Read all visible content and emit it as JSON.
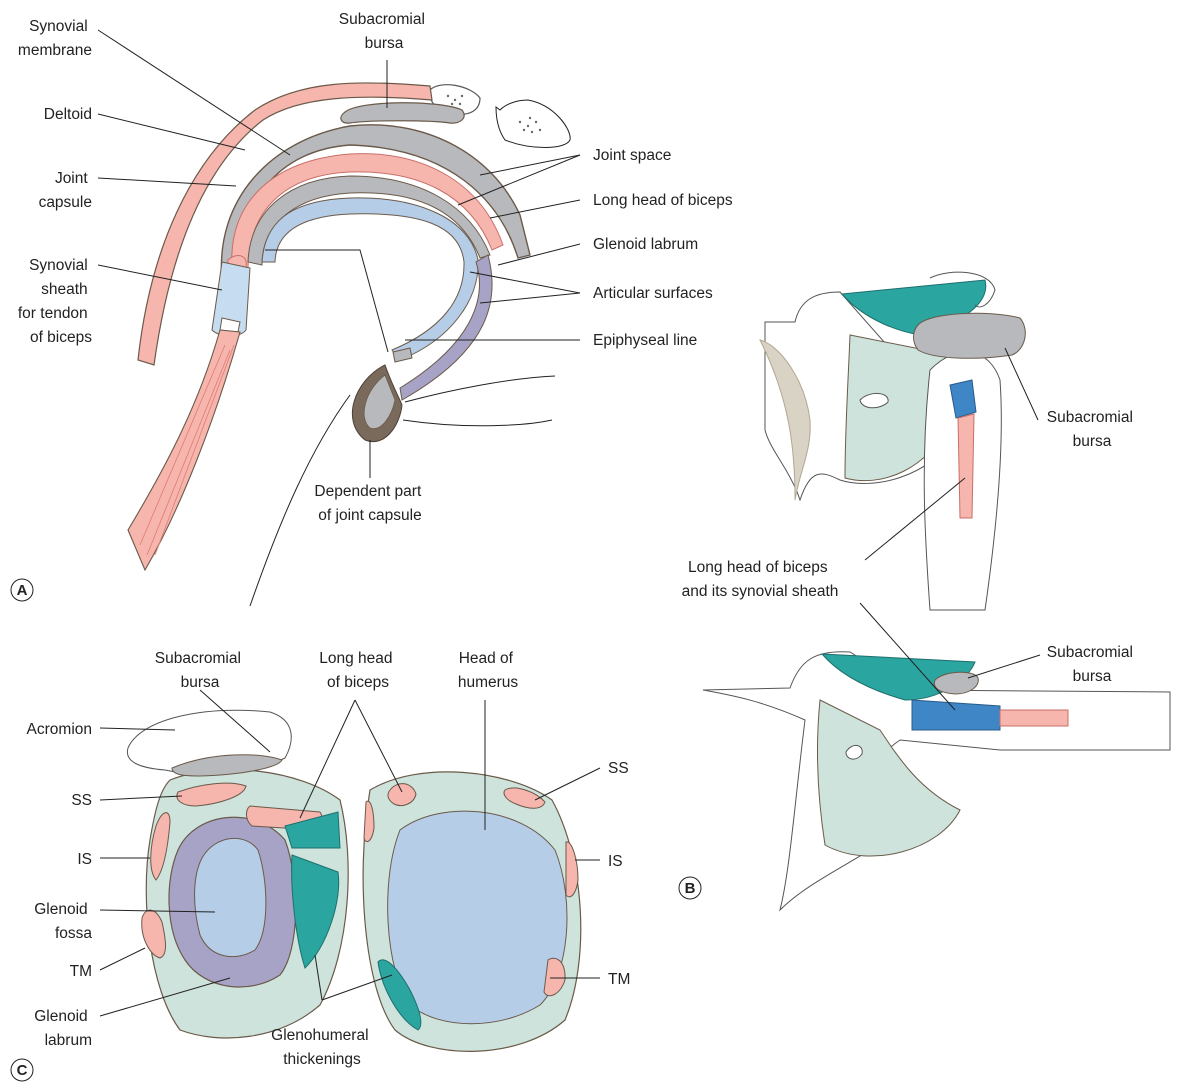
{
  "colors": {
    "muscle": "#f6b5ad",
    "muscle_stripe": "#e07c74",
    "capsule_grey": "#b7b9bc",
    "capsule_dark": "#7a6a5c",
    "articular_blue": "#b6cde8",
    "labrum_purple": "#a7a3c6",
    "ligament_teal": "#2aa5a0",
    "pale_green": "#cde3dc",
    "bone_beige": "#d8d3c4",
    "sheath_blue": "#3f86c6",
    "sheath_light": "#c6dcf0"
  },
  "panelA": {
    "badge": "A",
    "labels": {
      "synovial_membrane": [
        "Synovial",
        "membrane"
      ],
      "subacromial_bursa": [
        "Subacromial",
        "bursa"
      ],
      "deltoid": [
        "Deltoid"
      ],
      "joint_capsule": [
        "Joint",
        "capsule"
      ],
      "synovial_sheath": [
        "Synovial",
        "sheath",
        "for tendon",
        "of biceps"
      ],
      "joint_space": [
        "Joint space"
      ],
      "long_head_biceps": [
        "Long head of biceps"
      ],
      "glenoid_labrum": [
        "Glenoid labrum"
      ],
      "articular_surfaces": [
        "Articular surfaces"
      ],
      "epiphyseal_line": [
        "Epiphyseal line"
      ],
      "dependent_part": [
        "Dependent part",
        "of joint capsule"
      ]
    }
  },
  "panelB": {
    "badge": "B",
    "labels": {
      "subacromial_bursa_1": [
        "Subacromial",
        "bursa"
      ],
      "long_head_sheath": [
        "Long head of biceps",
        "and its synovial sheath"
      ],
      "subacromial_bursa_2": [
        "Subacromial",
        "bursa"
      ]
    }
  },
  "panelC": {
    "badge": "C",
    "labels": {
      "subacromial_bursa": [
        "Subacromial",
        "bursa"
      ],
      "long_head_biceps": [
        "Long head",
        "of biceps"
      ],
      "head_of_humerus": [
        "Head of",
        "humerus"
      ],
      "acromion": [
        "Acromion"
      ],
      "ss_left": [
        "SS"
      ],
      "is_left": [
        "IS"
      ],
      "glenoid_fossa": [
        "Glenoid",
        "fossa"
      ],
      "tm_left": [
        "TM"
      ],
      "glenoid_labrum": [
        "Glenoid",
        "labrum"
      ],
      "glenohumeral_thickenings": [
        "Glenohumeral",
        "thickenings"
      ],
      "ss_right": [
        "SS"
      ],
      "is_right": [
        "IS"
      ],
      "tm_right": [
        "TM"
      ]
    }
  }
}
